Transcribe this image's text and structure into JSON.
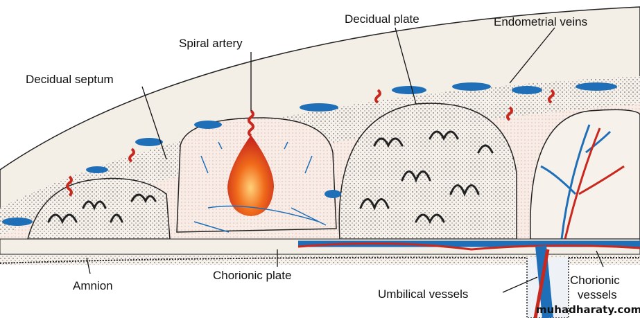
{
  "labels": {
    "spiral_artery": "Spiral artery",
    "decidual_plate": "Decidual plate",
    "endometrial_veins": "Endometrial veins",
    "decidual_septum": "Decidual septum",
    "amnion": "Amnion",
    "chorionic_plate": "Chorionic plate",
    "umbilical_vessels": "Umbilical vessels",
    "chorionic_vessels_line1": "Chorionic",
    "chorionic_vessels_line2": "vessels"
  },
  "watermark": "muhadharaty.com",
  "colors": {
    "vein": "#1f6fb8",
    "artery": "#c8281e",
    "blood_jet": "#f06a1a",
    "tissue": "#f4efe6"
  }
}
